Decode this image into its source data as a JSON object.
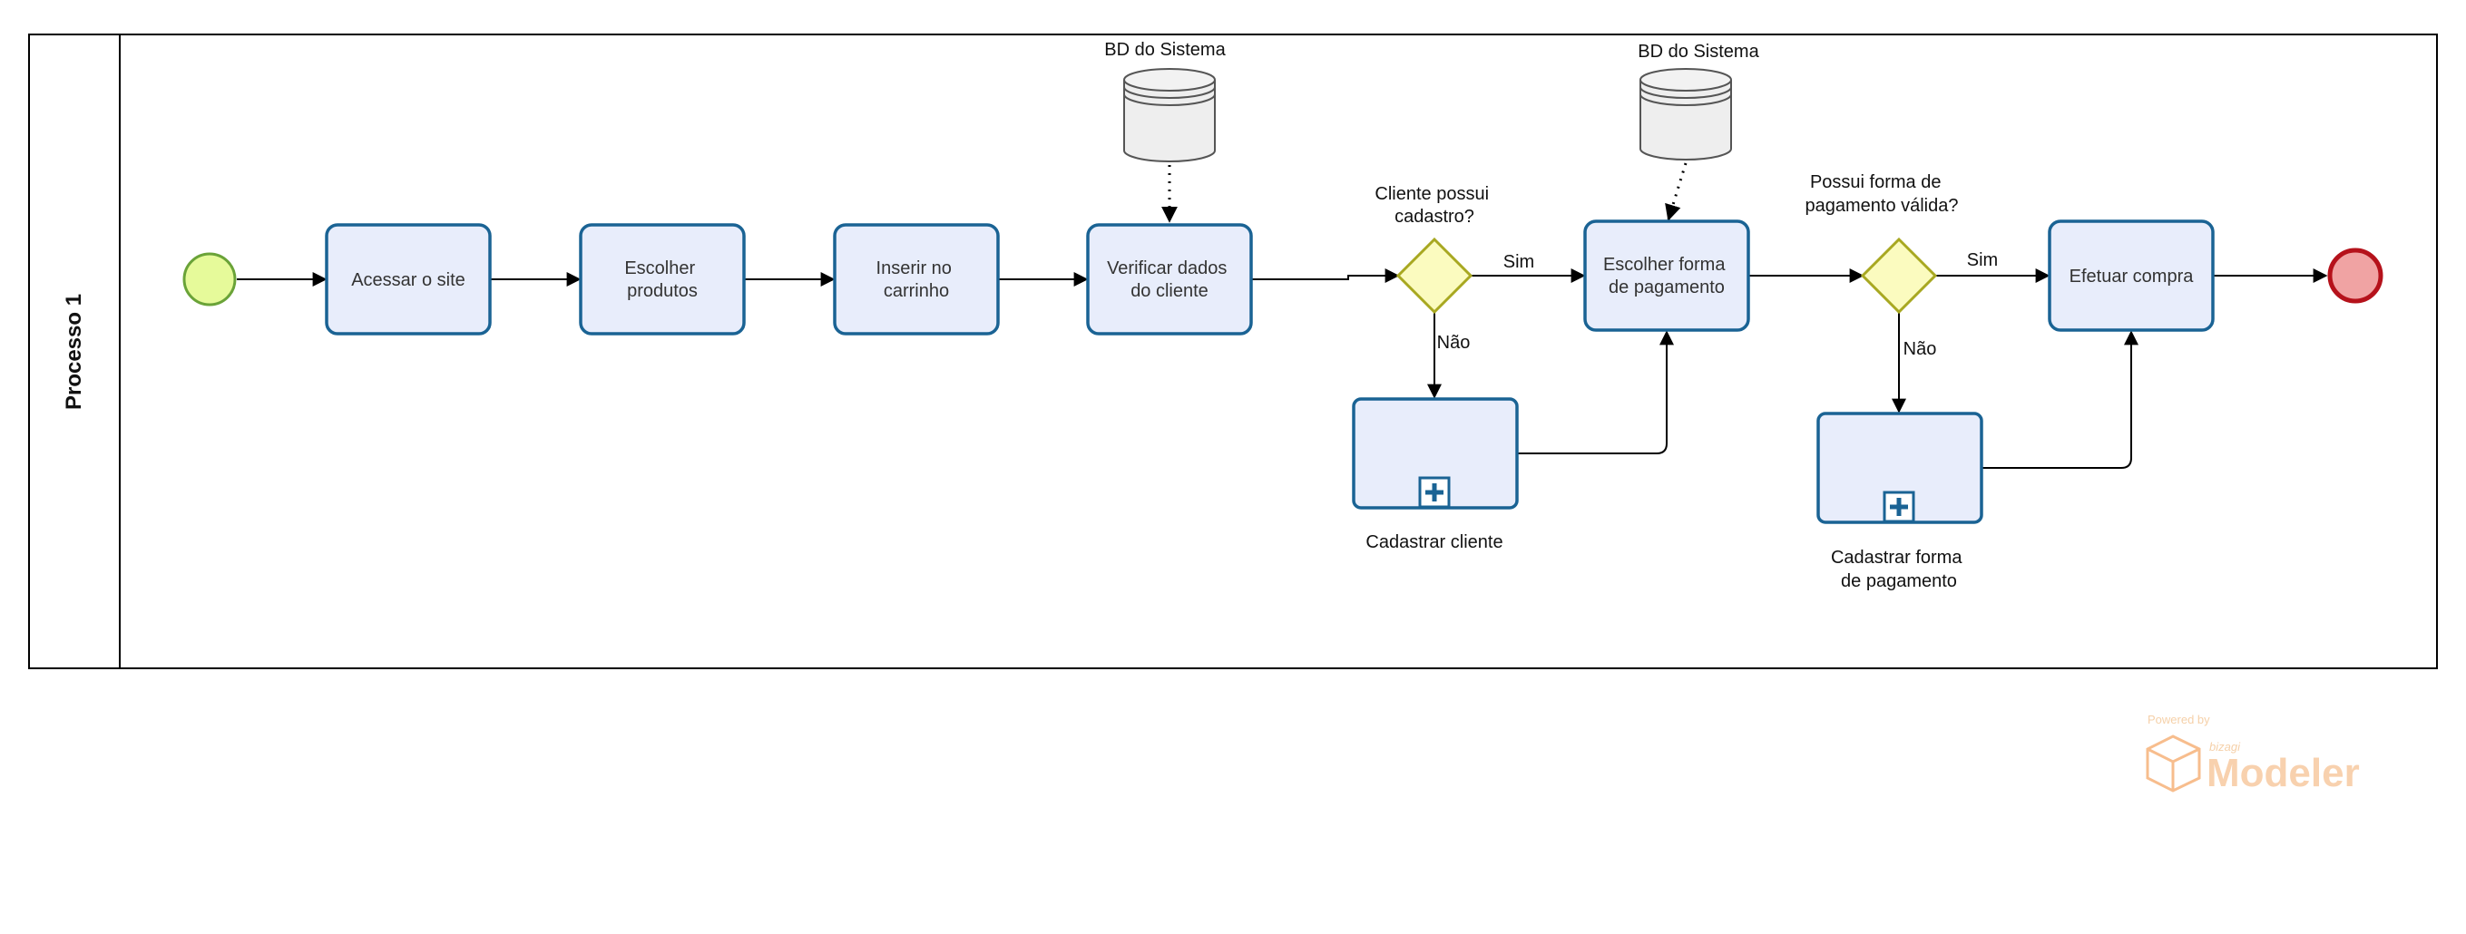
{
  "pool": {
    "lane_label": "Processo 1"
  },
  "tasks": {
    "acessar": [
      "Acessar o site"
    ],
    "escolher_produtos": [
      "Escolher",
      "produtos"
    ],
    "inserir": [
      "Inserir no",
      "carrinho"
    ],
    "verificar": [
      "Verificar dados",
      "do cliente"
    ],
    "escolher_pagamento": [
      "Escolher forma",
      "de pagamento"
    ],
    "efetuar": [
      "Efetuar compra"
    ]
  },
  "subprocesses": {
    "cadastrar_cliente": [
      "Cadastrar cliente"
    ],
    "cadastrar_pagamento": [
      "Cadastrar forma",
      "de pagamento"
    ]
  },
  "gateways": {
    "cliente_cadastro": [
      "Cliente possui",
      "cadastro?"
    ],
    "pagamento_valido": [
      "Possui forma de",
      "pagamento válida?"
    ]
  },
  "flow_labels": {
    "gw1_yes": "Sim",
    "gw1_no": "Não",
    "gw2_yes": "Sim",
    "gw2_no": "Não"
  },
  "data_stores": {
    "bd1": "BD do Sistema",
    "bd2": "BD do Sistema"
  },
  "branding": {
    "powered_by": "Powered by",
    "company": "bizagi",
    "product": "Modeler"
  },
  "colors": {
    "task_fill": "#e8edfb",
    "task_stroke": "#1a6394",
    "start_fill": "#e6fa9a",
    "start_stroke": "#6aa338",
    "end_fill": "#f0a3a3",
    "end_stroke": "#b5121b",
    "gateway_fill": "#fbfbbf",
    "gateway_stroke": "#a8a821",
    "branding": "#f6b27a"
  }
}
